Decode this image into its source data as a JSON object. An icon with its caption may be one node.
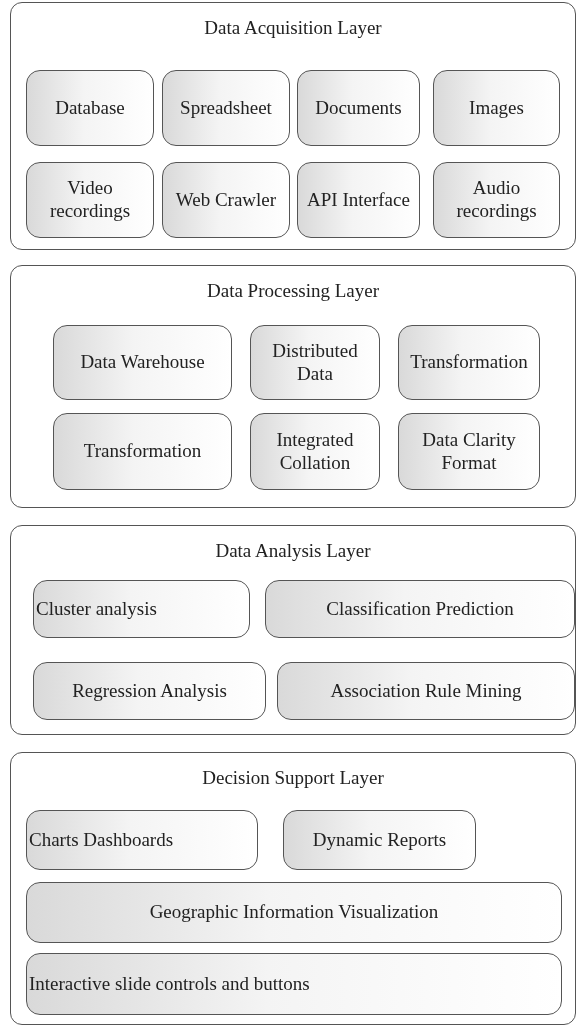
{
  "diagram": {
    "nodes": [
      {
        "text": [
          "Data Acquisition Layer"
        ]
      },
      {
        "text": [
          "Database"
        ],
        "in": 0
      },
      {
        "text": [
          "Spreadsheet"
        ],
        "in": 0
      },
      {
        "text": [
          "Documents"
        ],
        "in": 0
      },
      {
        "text": [
          "Images"
        ],
        "in": 0
      },
      {
        "text": [
          "Video recordings"
        ],
        "in": 0
      },
      {
        "text": [
          "Web Crawler"
        ],
        "in": 0
      },
      {
        "text": [
          "API Interface"
        ],
        "in": 0
      },
      {
        "text": [
          "Audio recordings"
        ],
        "in": 0
      },
      {
        "text": [
          "Data Processing Layer"
        ]
      },
      {
        "text": [
          "Data Warehouse"
        ],
        "in": 9
      },
      {
        "text": [
          "Distributed Data"
        ],
        "in": 9
      },
      {
        "text": [
          "Transformation"
        ],
        "in": 9
      },
      {
        "text": [
          "Transformation"
        ],
        "in": 9
      },
      {
        "text": [
          "Integrated Collation"
        ],
        "in": 9
      },
      {
        "text": [
          "Data Clarity Format"
        ],
        "in": 9
      },
      {
        "text": [
          "Data Analysis Layer"
        ]
      },
      {
        "text": [
          "Cluster analysis"
        ],
        "in": 16
      },
      {
        "text": [
          "Classification Prediction"
        ],
        "in": 16
      },
      {
        "text": [
          "Regression Analysis"
        ],
        "in": 16
      },
      {
        "text": [
          "Association Rule Mining"
        ],
        "in": 16
      },
      {
        "text": [
          "Decision Support Layer"
        ]
      },
      {
        "text": [
          "Charts Dashboards"
        ],
        "in": 21
      },
      {
        "text": [
          "Dynamic Reports"
        ],
        "in": 21
      },
      {
        "text": [
          "Geographic Information Visualization"
        ],
        "in": 21
      },
      {
        "text": [
          "Interactive slide controls and buttons"
        ],
        "in": 21
      }
    ]
  }
}
